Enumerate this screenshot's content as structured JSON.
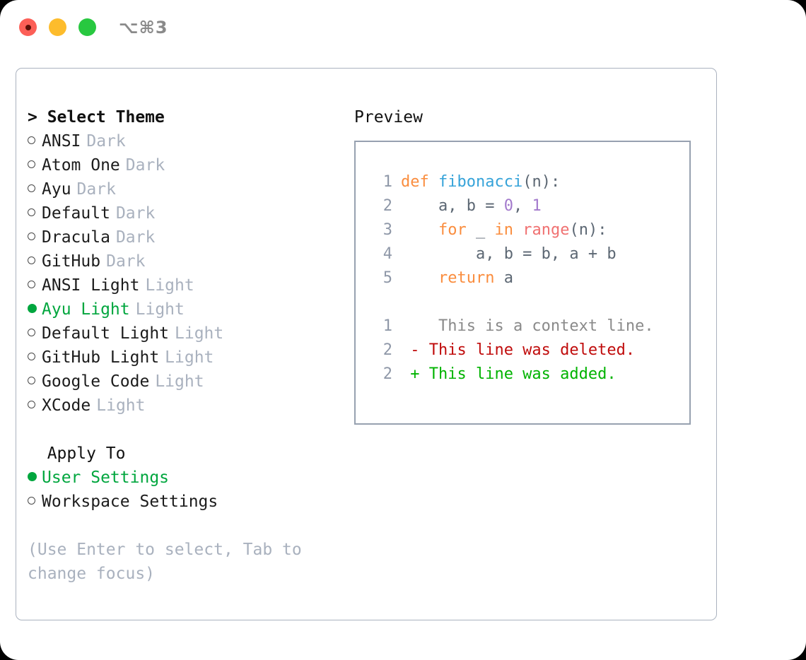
{
  "titlebar": {
    "shortcut": "⌥⌘3",
    "lights": [
      "close",
      "minimize",
      "zoom"
    ]
  },
  "theme_section": {
    "header": "> Select Theme",
    "options": [
      {
        "label": "ANSI",
        "badge": "Dark",
        "selected": false
      },
      {
        "label": "Atom One",
        "badge": "Dark",
        "selected": false
      },
      {
        "label": "Ayu",
        "badge": "Dark",
        "selected": false
      },
      {
        "label": "Default",
        "badge": "Dark",
        "selected": false
      },
      {
        "label": "Dracula",
        "badge": "Dark",
        "selected": false
      },
      {
        "label": "GitHub",
        "badge": "Dark",
        "selected": false
      },
      {
        "label": "ANSI Light",
        "badge": "Light",
        "selected": false
      },
      {
        "label": "Ayu Light",
        "badge": "Light",
        "selected": true
      },
      {
        "label": "Default Light",
        "badge": "Light",
        "selected": false
      },
      {
        "label": "GitHub Light",
        "badge": "Light",
        "selected": false
      },
      {
        "label": "Google Code",
        "badge": "Light",
        "selected": false
      },
      {
        "label": "XCode",
        "badge": "Light",
        "selected": false
      }
    ]
  },
  "apply_section": {
    "header": "  Apply To",
    "options": [
      {
        "label": "User Settings",
        "badge": "",
        "selected": true
      },
      {
        "label": "Workspace Settings",
        "badge": "",
        "selected": false
      }
    ]
  },
  "hint": "(Use Enter to select, Tab to change focus)",
  "preview": {
    "title": "Preview",
    "code_lines": [
      {
        "lineno": "1",
        "tokens": [
          {
            "text": "def ",
            "type": "kw"
          },
          {
            "text": "fibonacci",
            "type": "fn"
          },
          {
            "text": "(n):",
            "type": "pl"
          }
        ]
      },
      {
        "lineno": "2",
        "tokens": [
          {
            "text": "    a, b = ",
            "type": "pl"
          },
          {
            "text": "0",
            "type": "num"
          },
          {
            "text": ", ",
            "type": "pl"
          },
          {
            "text": "1",
            "type": "num"
          }
        ]
      },
      {
        "lineno": "3",
        "tokens": [
          {
            "text": "    ",
            "type": "pl"
          },
          {
            "text": "for",
            "type": "kw"
          },
          {
            "text": " _ ",
            "type": "pl"
          },
          {
            "text": "in",
            "type": "kw"
          },
          {
            "text": " ",
            "type": "pl"
          },
          {
            "text": "range",
            "type": "call"
          },
          {
            "text": "(n):",
            "type": "pl"
          }
        ]
      },
      {
        "lineno": "4",
        "tokens": [
          {
            "text": "        a, b = b, a + b",
            "type": "pl"
          }
        ]
      },
      {
        "lineno": "5",
        "tokens": [
          {
            "text": "    ",
            "type": "pl"
          },
          {
            "text": "return",
            "type": "kw"
          },
          {
            "text": " a",
            "type": "pl"
          }
        ]
      }
    ],
    "diff_lines": [
      {
        "lineno": "1",
        "marker": " ",
        "text": "  This is a context line.",
        "type": "ctx"
      },
      {
        "lineno": "2",
        "marker": "-",
        "text": " This line was deleted.",
        "type": "del"
      },
      {
        "lineno": "2",
        "marker": "+",
        "text": " This line was added.",
        "type": "add"
      }
    ]
  },
  "colors": {
    "accent_green": "#00a63e",
    "badge_gray": "#a9b1be",
    "border_gray": "#aab2bf",
    "preview_border": "#97a1b0",
    "kw_orange": "#fa8d3e",
    "fn_blue": "#36a3d9",
    "num_purple": "#a37acc",
    "call_red": "#f07171",
    "diff_del_red": "#c00c0c",
    "diff_add_green": "#00b300",
    "light_red": "#fc5f57",
    "light_yellow": "#fdbc2c",
    "light_green": "#28c840"
  }
}
